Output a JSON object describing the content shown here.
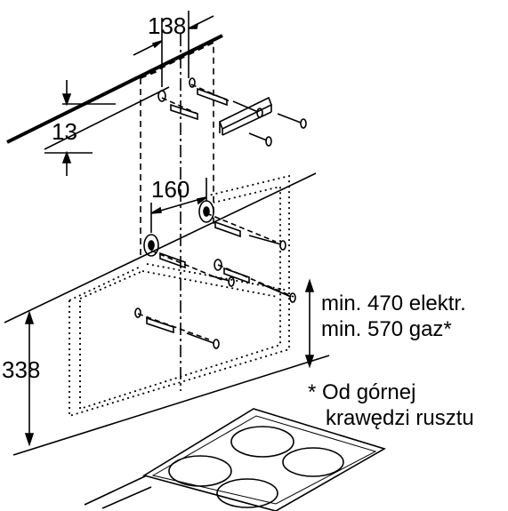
{
  "dimensions": {
    "d138": "138",
    "d13": "13",
    "d160": "160",
    "d338": "338"
  },
  "clearance": {
    "electric": "min. 470 elektr.",
    "gas": "min. 570 gaz*"
  },
  "footnote": {
    "line1": "* Od górnej",
    "line2": "krawędzi rusztu"
  }
}
